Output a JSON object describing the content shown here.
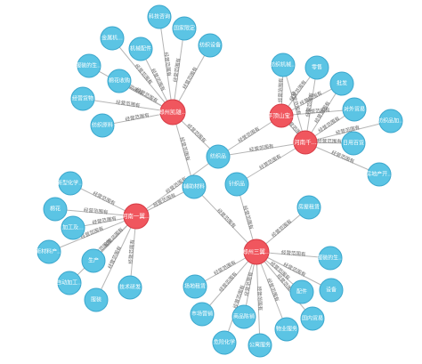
{
  "graph": {
    "hubs": {
      "h1": "郑州凯雄...",
      "h2": "平顶山宝...",
      "h3": "河南千...",
      "h4": "河南一翼...",
      "h5": "郑州三翼..."
    },
    "nodes": {
      "n_kjzx": "科技咨询",
      "n_gjwx": "国家限定",
      "n_jx": "金属机...",
      "n_jxpj": "机械配件",
      "n_fzsb": "纺织设备",
      "n_fzdsh": "服装的生...",
      "n_mhsg": "棉花收购",
      "n_jyhw": "经营货物",
      "n_fzyl": "纺织原料",
      "n_fzjx": "纺织机械...",
      "n_ls": "零售",
      "n_pf": "批发",
      "n_cwmy": "对外贸易",
      "n_fzpz": "纺织品加...",
      "n_rybh": "日用百货",
      "n_fdckf": "房地产开...",
      "n_fzp": "纺织品",
      "n_fzcl": "辅助材料",
      "n_zy": "针织品",
      "n_fzjs": "新型化学...",
      "n_mh": "棉花",
      "n_jg": "加工及...",
      "n_xhcp": "新材料产...",
      "n_sc": "生产",
      "n_jckgj": "自动加工...",
      "n_fz": "服装",
      "n_jsyf": "技术研发",
      "n_fwjy": "房屋租赁",
      "n_fzdsh2": "服装的生...",
      "n_scjy": "场地租赁",
      "n_pj": "配件",
      "n_sb": "设备",
      "n_scyx": "市场营销",
      "n_qzpx": "商品陈销",
      "n_gnmy": "国内贸易",
      "n_wyfw": "物业服务",
      "n_jdhx": "危险化学",
      "n_gyfw": "公寓服务"
    },
    "edge_label": "经营范围有"
  }
}
